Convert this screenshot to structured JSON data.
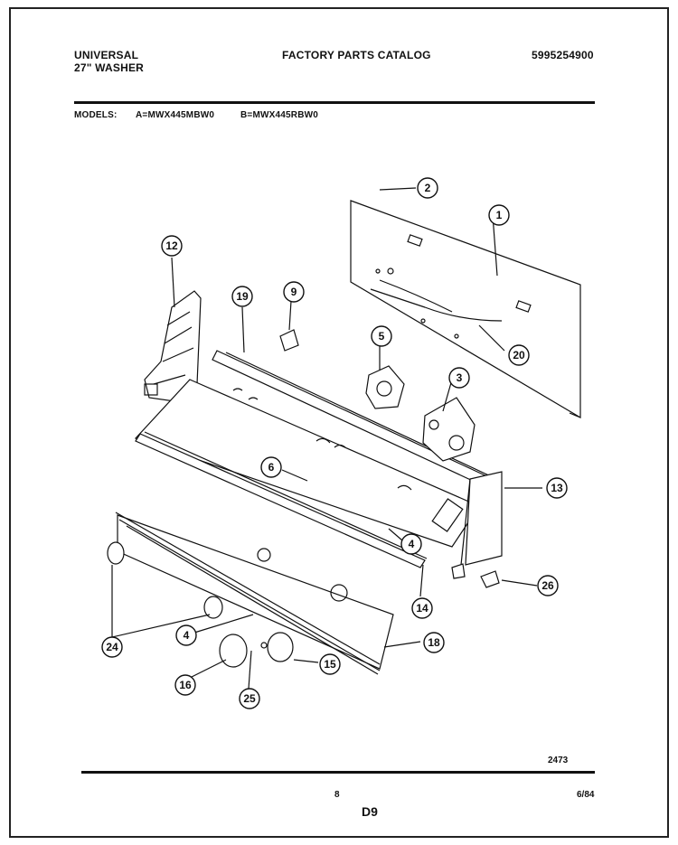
{
  "header": {
    "brand": "UNIVERSAL",
    "product": "27\" WASHER",
    "catalog": "FACTORY PARTS CATALOG",
    "catalog_no": "5995254900",
    "models_label": "MODELS:",
    "model_a": "A=MWX445MBW0",
    "model_b": "B=MWX445RBW0"
  },
  "footer": {
    "drawing_no": "2473",
    "page": "8",
    "date": "6/84",
    "section": "D9"
  },
  "callouts": [
    "1",
    "2",
    "3",
    "4",
    "4",
    "5",
    "6",
    "9",
    "12",
    "13",
    "14",
    "15",
    "16",
    "18",
    "19",
    "20",
    "24",
    "25",
    "26"
  ],
  "colors": {
    "ink": "#111111",
    "paper": "#ffffff"
  }
}
